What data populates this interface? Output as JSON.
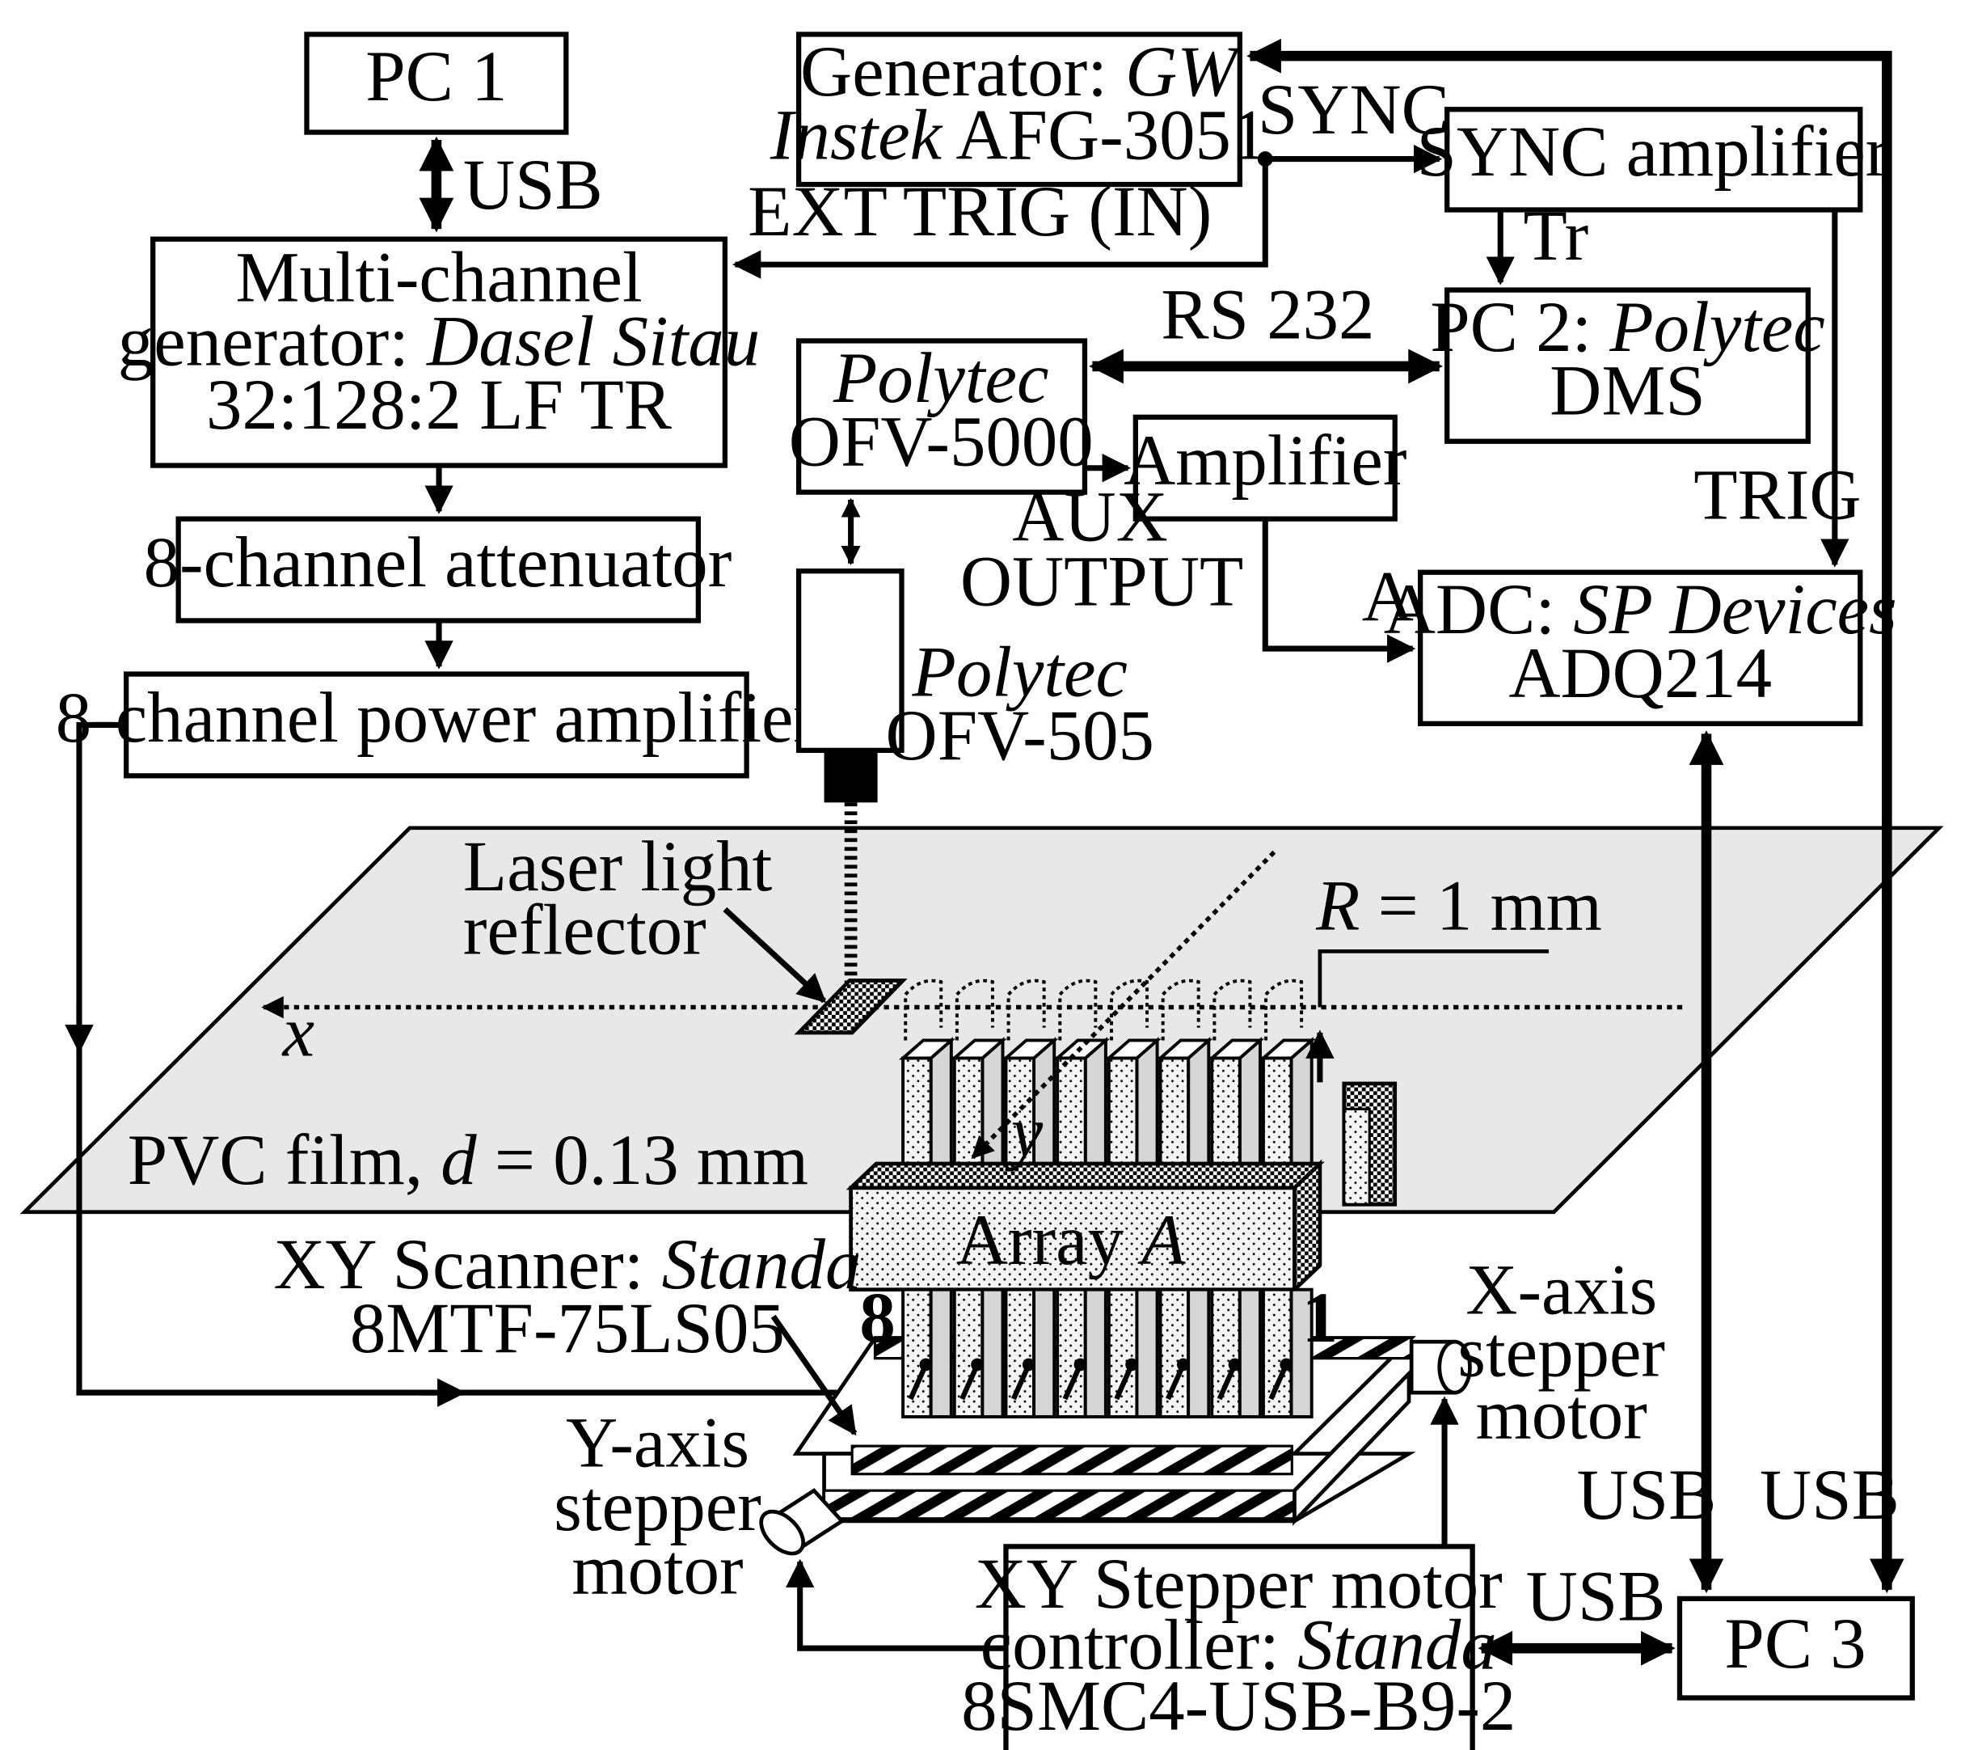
{
  "boxes": {
    "pc1": "PC 1",
    "multichannel_gen": [
      "Multi-channel",
      "generator: ",
      "Dasel Sitau",
      "32:128:2 LF TR"
    ],
    "attenuator": "8-channel attenuator",
    "power_amp": "8-channel power amplifier",
    "generator": [
      "Generator: ",
      "GW",
      "Instek",
      " AFG-3051"
    ],
    "sync_amp": "SYNC amplifier",
    "pc2": [
      "PC 2: ",
      "Polytec",
      "DMS"
    ],
    "ofv5000": [
      "Polytec",
      "OFV-5000"
    ],
    "amplifier": "Amplifier",
    "adc": [
      "ADC: ",
      "SP Devices",
      "ADQ214"
    ],
    "ofv505": [
      "Polytec",
      "OFV-505"
    ],
    "motor_ctrl": [
      "XY Stepper motor",
      "controller: ",
      "Standa",
      "8SMC4-USB-B9-2"
    ],
    "pc3": "PC 3"
  },
  "signals": {
    "usb": "USB",
    "sync": "SYNC",
    "ext_trig": "EXT TRIG (IN)",
    "tr": "Tr",
    "rs232": "RS 232",
    "trig": "TRIG",
    "aux_output": [
      "AUX",
      "OUTPUT"
    ],
    "a": "A"
  },
  "scene": {
    "laser_reflector": [
      "Laser light",
      "reflector"
    ],
    "x_axis": "x",
    "y_axis": "y",
    "radius": [
      "R",
      " = 1 mm"
    ],
    "pvc_film": [
      "PVC film, ",
      "d",
      " = 0.13 mm"
    ],
    "array": [
      "Array ",
      "A"
    ],
    "channel_first": "1",
    "channel_last": "8",
    "xy_scanner": [
      "XY Scanner: ",
      "Standa",
      "8MTF-75LS05"
    ],
    "x_motor": [
      "X-axis",
      "stepper",
      "motor"
    ],
    "y_motor": [
      "Y-axis",
      "stepper",
      "motor"
    ]
  },
  "colors": {
    "ink": "#000000",
    "film": "#e8e8e8",
    "element_fill": "#d6d6d6"
  }
}
